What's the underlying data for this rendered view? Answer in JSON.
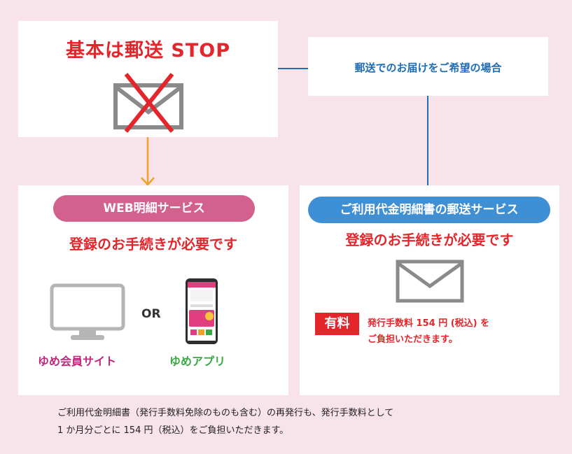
{
  "stop_box": {
    "title": "基本は郵送 STOP",
    "icon": "envelope-crossed-icon"
  },
  "mail_request": {
    "label": "郵送でのお届けをご希望の場合"
  },
  "web_service": {
    "pill_label": "WEB明細サービス",
    "requirement": "登録のお手続きが必要です",
    "or_label": "OR",
    "site_label": "ゆめ会員サイト",
    "app_label": "ゆめアプリ",
    "icons": [
      "monitor-icon",
      "smartphone-icon"
    ]
  },
  "post_service": {
    "pill_label": "ご利用代金明細書の郵送サービス",
    "requirement": "登録のお手続きが必要です",
    "paid_badge": "有料",
    "fee_line1": "発行手数料 154 円 (税込) を",
    "fee_line2": "ご負担いただきます。",
    "icon": "envelope-icon"
  },
  "footnote": {
    "line1": "ご利用代金明細書（発行手数料免除のものも含む）の再発行も、発行手数料として",
    "line2": "1 か月分ごとに 154 円（税込）をご負担いただきます。"
  },
  "colors": {
    "background": "#f8e3ea",
    "red": "#e3262b",
    "web_pink": "#d2618e",
    "post_blue": "#3e8fd3",
    "arrow_orange": "#f0a12a",
    "link_blue": "#1f6db5",
    "site_magenta": "#c2277b",
    "app_green": "#3aa844"
  }
}
